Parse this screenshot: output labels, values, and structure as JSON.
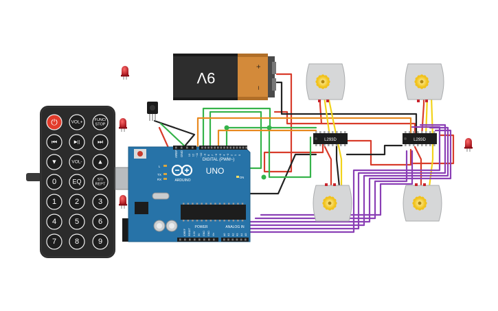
{
  "battery": {
    "label": "9V",
    "plus": "+",
    "minus": "−"
  },
  "arduino": {
    "brand": "ARDUINO",
    "model": "UNO",
    "digital_label": "DIGITAL (PWM~)",
    "power_label": "POWER",
    "analog_label": "ANALOG IN",
    "on_label": "ON",
    "tx_label": "TX",
    "rx_label": "RX",
    "aref_label": "AREF",
    "gnd_label": "GND",
    "l_label": "L",
    "digital_pins": [
      "13",
      "12",
      "~11",
      "~10",
      "~9",
      "8",
      "7",
      "~6",
      "~5",
      "4",
      "~3",
      "2",
      "1",
      "0"
    ],
    "power_pins": [
      "IOREF",
      "RESET",
      "3.3V",
      "5V",
      "GND",
      "GND",
      "Vin"
    ],
    "analog_pins": [
      "A0",
      "A1",
      "A2",
      "A3",
      "A4",
      "A5"
    ]
  },
  "drivers": [
    {
      "label": "L293D"
    },
    {
      "label": "L293D"
    }
  ],
  "remote": {
    "buttons": [
      "VOL+",
      "FUNC/\nSTOP",
      "⏮",
      "▶||",
      "⏭",
      "▼",
      "VOL-",
      "▲",
      "0",
      "EQ",
      "ST/\nREPT",
      "1",
      "2",
      "3",
      "4",
      "5",
      "6",
      "7",
      "8",
      "9"
    ]
  },
  "colors": {
    "wire_red": "#d83b2a",
    "wire_green": "#35b34a",
    "wire_orange": "#e8891f",
    "wire_yellow": "#f2d31b",
    "wire_purple": "#8a3fb5",
    "wire_black": "#222222",
    "board_blue": "#2773a8",
    "led_red": "#c8232c"
  }
}
